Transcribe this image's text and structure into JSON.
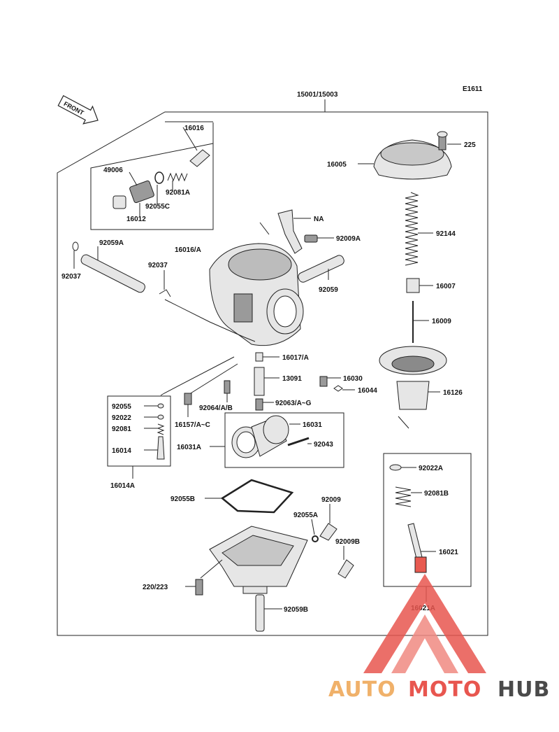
{
  "diagram_code": "E1611",
  "front_arrow": "FRONT",
  "assembly_label": "15001/15003",
  "labels": {
    "l225": "225",
    "l16005": "16005",
    "l92144": "92144",
    "l16007": "16007",
    "l16009": "16009",
    "l16126": "16126",
    "l16044": "16044",
    "l16030": "16030",
    "l16016": "16016",
    "l49006": "49006",
    "l92081A": "92081A",
    "l92055C": "92055C",
    "l16012": "16012",
    "l16016A": "16016/A",
    "lNA": "NA",
    "l92009A": "92009A",
    "l92059A": "92059A",
    "l92037a": "92037",
    "l92037b": "92037",
    "l92059": "92059",
    "l16017": "16017/A",
    "l13091": "13091",
    "l92064": "92064/A/B",
    "l92063": "92063/A~G",
    "l16157": "16157/A~C",
    "l92055": "92055",
    "l92022": "92022",
    "l92081": "92081",
    "l16014": "16014",
    "l16014A": "16014A",
    "l16031": "16031",
    "l16031A": "16031A",
    "l92043": "92043",
    "l92055B": "92055B",
    "l92009": "92009",
    "l92055A": "92055A",
    "l92009B": "92009B",
    "l220": "220/223",
    "l92059B": "92059B",
    "l92022A": "92022A",
    "l92081B": "92081B",
    "l16021": "16021",
    "l16021A": "16021A"
  },
  "watermark": {
    "part1": "AUTO",
    "part2": "MOTO",
    "part3": "HUB"
  },
  "colors": {
    "watermark_orange": "#f0b16a",
    "watermark_red": "#e8564f",
    "watermark_dark": "#4a4a4a"
  }
}
